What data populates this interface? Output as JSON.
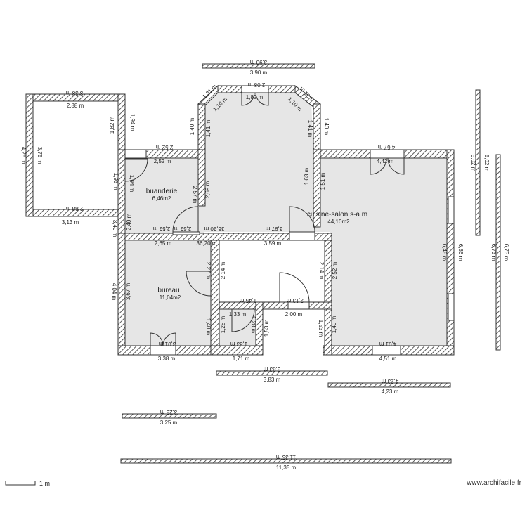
{
  "rooms": {
    "buanderie": {
      "name": "buanderie",
      "area": "6,46m2"
    },
    "cuisine": {
      "name": "cuisine-salon s-a m",
      "area": "44,10m2"
    },
    "bureau": {
      "name": "bureau",
      "area": "11,04m2"
    }
  },
  "dims": {
    "top_390": "3,90 m",
    "octo_208": "2,08 m",
    "octo_182": "1,82 m",
    "octo_131l": "1,31 m",
    "octo_131r": "1,31 m",
    "octo_110l": "1,10 m",
    "octo_110r": "1,10 m",
    "left_338": "3,38 m",
    "left_288t": "2,88 m",
    "left_288b": "2,88 m",
    "left_313": "3,13 m",
    "left_425": "4,25 m",
    "left_375": "3,75 m",
    "v_194": "1,94 m",
    "v_182": "1,82 m",
    "v_140": "1,40 m",
    "v_141": "1,41 m",
    "v_140r": "1,40 m",
    "v_141r": "1,41 m",
    "h_252": "2,52 m",
    "h_252b": "2,52 m",
    "v_193": "1,93 m",
    "v_194b": "1,94 m",
    "v_257": "2,57 m",
    "v_269": "2,69 m",
    "v_163": "1,63 m",
    "v_151": "1,51 m",
    "h_467": "4,67 m",
    "h_442": "4,42 m",
    "v_502a": "5,02 m",
    "v_502b": "5,02 m",
    "v_240": "2,40 m",
    "v_340": "3,40 m",
    "h_252c": "2,52 m",
    "h_265": "2,65 m",
    "h_3620a": "36,20 m",
    "h_3620b": "36,20 m",
    "h_252d": "2,52 m",
    "h_397": "3,97 m",
    "h_359": "3,59 m",
    "v_648": "6,48 m",
    "v_686": "6,86 m",
    "v_673a": "6,73 m",
    "v_673b": "6,73 m",
    "v_404": "4,04 m",
    "v_367": "3,67 m",
    "v_227": "2,27 m",
    "v_214a": "2,14 m",
    "v_214b": "2,14 m",
    "v_252": "2,52 m",
    "h_145": "1,45 m",
    "h_213": "2,13 m",
    "h_133": "1,33 m",
    "h_200": "2,00 m",
    "v_128a": "1,28 m",
    "v_128b": "1,28 m",
    "v_140c": "1,40 m",
    "v_140d": "1,40 m",
    "v_153a": "1,53 m",
    "v_153b": "1,53 m",
    "h_133b": "1,33 m",
    "h_301": "3,01 m",
    "h_338": "3,38 m",
    "h_171": "1,71 m",
    "h_401": "4,01 m",
    "h_451": "4,51 m",
    "h_383a": "3,83 m",
    "h_383b": "3,83 m",
    "h_423a": "4,23 m",
    "h_423b": "4,23 m",
    "h_325a": "3,25 m",
    "h_325b": "3,25 m",
    "h_1135a": "11,35 m",
    "h_1135b": "11,35 m"
  },
  "scale": {
    "label": "1 m"
  },
  "brand": "www.archifacile.fr"
}
